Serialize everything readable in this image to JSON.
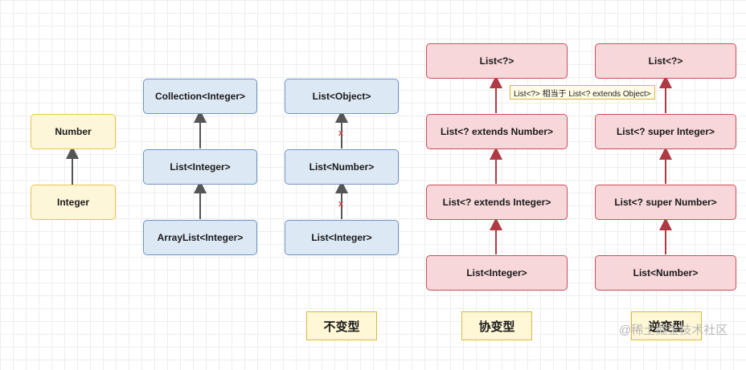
{
  "nodes": {
    "number": "Number",
    "integer": "Integer",
    "collection_integer": "Collection<Integer>",
    "list_integer_1": "List<Integer>",
    "arraylist_integer": "ArrayList<Integer>",
    "list_object": "List<Object>",
    "list_number_1": "List<Number>",
    "list_integer_2": "List<Integer>",
    "list_wild_1": "List<?>",
    "list_ext_number": "List<? extends Number>",
    "list_ext_integer": "List<? extends Integer>",
    "list_integer_3": "List<Integer>",
    "list_wild_2": "List<?>",
    "list_super_integer": "List<? super Integer>",
    "list_super_number": "List<? super Number>",
    "list_number_2": "List<Number>"
  },
  "note": "List<?> 相当于 List<? extends Object>",
  "cross_mark": "x",
  "labels": {
    "invariant": "不变型",
    "covariant": "协变型",
    "contravariant": "逆变型"
  },
  "watermark": "@稀土掘金技术社区",
  "colors": {
    "yellow_fill": "#fdf6d8",
    "yellow_border": "#e6c84f",
    "blue_fill": "#dde8f5",
    "blue_border": "#6f93c6",
    "red_fill": "#f7d7d9",
    "red_border": "#cc4c58",
    "arrow": "#555555",
    "red_arrow": "#b03a44"
  }
}
